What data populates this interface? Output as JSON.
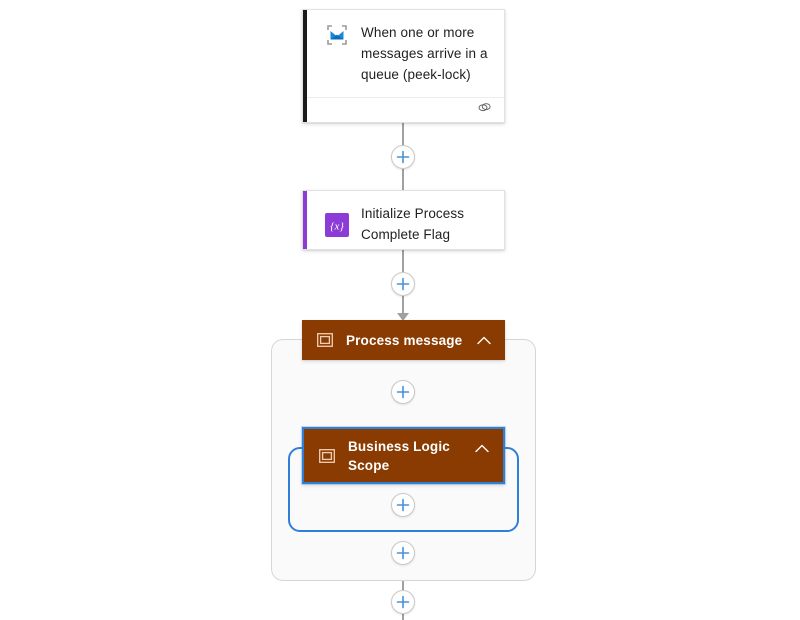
{
  "canvas": {
    "background": "#ffffff",
    "accent_blue": "#2f7fd8",
    "scope_brown": "#8a3b02",
    "connector_gray": "#a0a0a0",
    "scope_fill": "#fafafa"
  },
  "nodes": {
    "trigger": {
      "title": "When one or more messages arrive in a queue (peek-lock)",
      "icon": "service-bus-envelope-icon",
      "accent_color": "#1a1a1a",
      "footer_icon": "comment-icon"
    },
    "initialize_variable": {
      "title": "Initialize Process Complete Flag",
      "icon": "variable-braces-icon",
      "accent_color": "#7719aa",
      "icon_background": "#8c3bd6"
    },
    "process_message_scope": {
      "title": "Process message",
      "icon": "scope-icon",
      "chevron": "chevron-up-icon",
      "selected": false
    },
    "business_logic_scope": {
      "title": "Business Logic Scope",
      "icon": "scope-icon",
      "chevron": "chevron-up-icon",
      "selected": true
    }
  },
  "add_buttons": [
    {
      "id": "add-after-trigger",
      "label": "+"
    },
    {
      "id": "add-after-initialize-variable",
      "label": "+"
    },
    {
      "id": "add-inside-process-message",
      "label": "+"
    },
    {
      "id": "add-inside-business-logic-scope",
      "label": "+"
    },
    {
      "id": "add-after-business-logic-scope",
      "label": "+"
    },
    {
      "id": "add-after-process-message",
      "label": "+"
    }
  ]
}
